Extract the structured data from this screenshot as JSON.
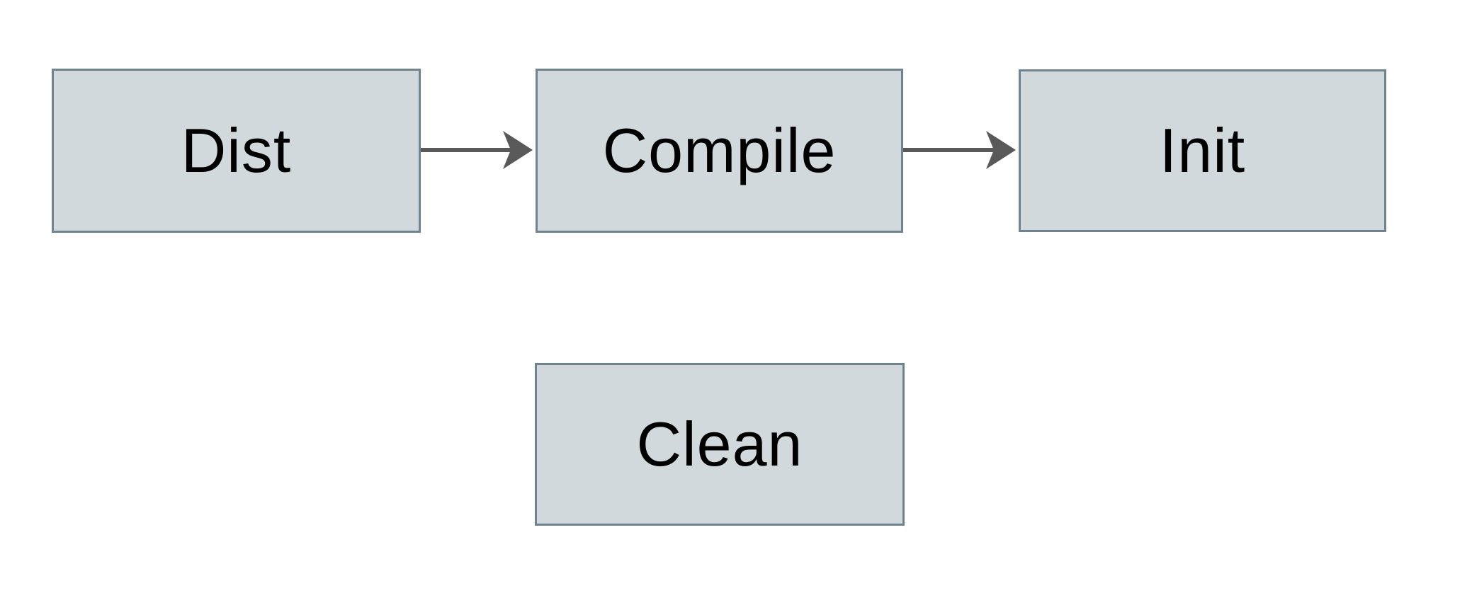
{
  "diagram": {
    "type": "flowchart",
    "background": "#ffffff",
    "nodes": [
      {
        "id": "dist",
        "label": "Dist"
      },
      {
        "id": "compile",
        "label": "Compile"
      },
      {
        "id": "init",
        "label": "Init"
      },
      {
        "id": "clean",
        "label": "Clean"
      }
    ],
    "edges": [
      {
        "from": "dist",
        "to": "compile",
        "direction": "right"
      },
      {
        "from": "compile",
        "to": "init",
        "direction": "right"
      }
    ],
    "colors": {
      "node_fill": "#d2d9dc",
      "node_border": "#6e8491",
      "arrow": "#595959",
      "text": "#000000",
      "background": "#ffffff"
    }
  }
}
